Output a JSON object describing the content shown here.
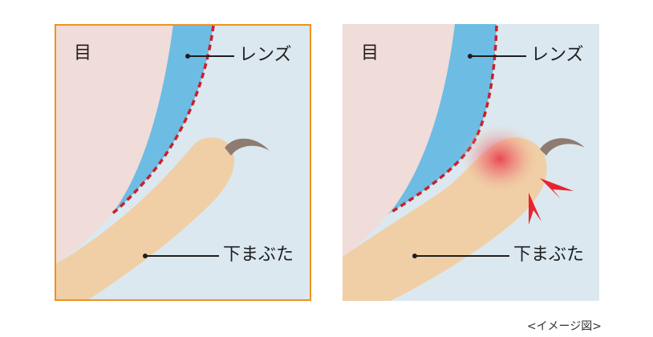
{
  "left_panel": {
    "eye_label": "目",
    "lens_label": "レンズ",
    "eyelid_label": "下まぶた"
  },
  "right_panel": {
    "eye_label": "目",
    "lens_label": "レンズ",
    "eyelid_label": "下まぶた"
  },
  "caption": "<イメージ図>",
  "colors": {
    "background": "#dbe8f0",
    "eye": "#f0dcd8",
    "lens": "#6dbce4",
    "eyelid": "#f0cfa6",
    "lens_edge": "#cc1f26",
    "frame": "#f0921e",
    "irritation": "#e83848"
  }
}
